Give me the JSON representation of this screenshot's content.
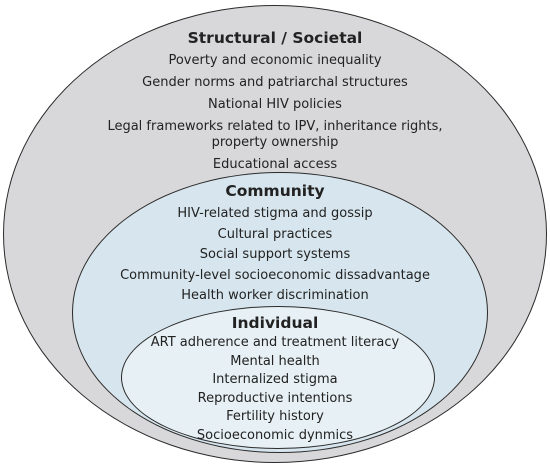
{
  "structural": {
    "title": "Structural / Societal",
    "items": [
      "Poverty and economic inequality",
      "Gender norms and patriarchal structures",
      "National HIV policies",
      "Legal frameworks related to IPV, inheritance rights,",
      "property ownership",
      "Educational access"
    ]
  },
  "community": {
    "title": "Community",
    "items": [
      "HIV-related stigma and gossip",
      "Cultural practices",
      "Social support systems",
      "Community-level socioeconomic dissadvantage",
      "Health worker discrimination"
    ]
  },
  "individual": {
    "title": "Individual",
    "items": [
      "ART adherence and treatment literacy",
      "Mental health",
      "Internalized stigma",
      "Reproductive intentions",
      "Fertility history",
      "Socioeconomic dynmics"
    ]
  },
  "colors": {
    "structural_fill": "#d8d8da",
    "community_fill": "#d7e6ee",
    "individual_fill": "#e7f0f4",
    "outline": "#2b2b2b",
    "text": "#222222"
  }
}
